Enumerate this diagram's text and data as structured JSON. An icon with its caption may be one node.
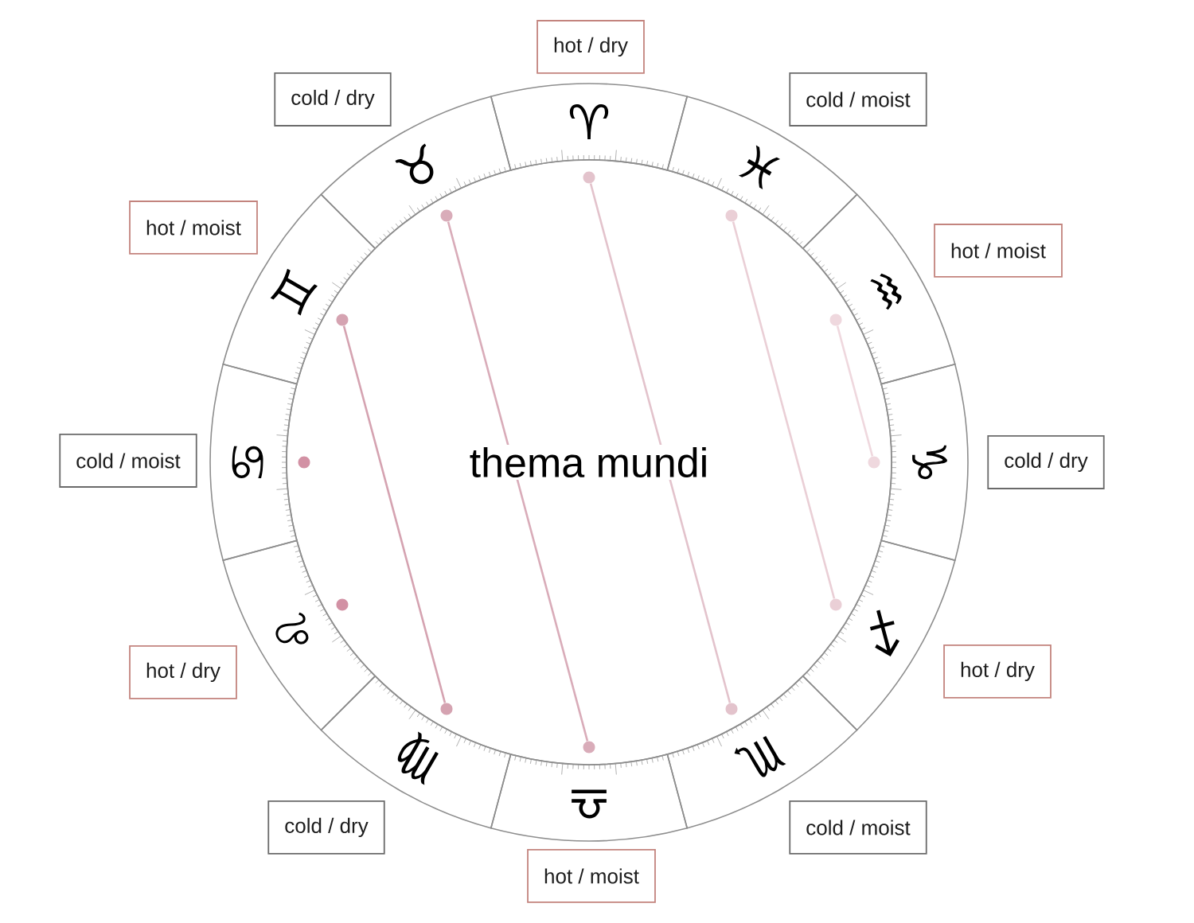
{
  "diagram": {
    "nodes": [
      {
        "text": [
          "♈"
        ]
      },
      {
        "text": [
          "♉"
        ]
      },
      {
        "text": [
          "♓"
        ]
      },
      {
        "text": [
          "♊"
        ]
      },
      {
        "text": [
          "♒"
        ]
      },
      {
        "text": [
          "♋"
        ]
      },
      {
        "text": [
          "♑"
        ]
      },
      {
        "text": [
          "♌"
        ]
      },
      {
        "text": [
          "♐"
        ]
      },
      {
        "text": [
          "♍"
        ]
      },
      {
        "text": [
          "♏"
        ]
      },
      {
        "text": [
          "♎"
        ]
      },
      {
        "text": [
          "hot / dry"
        ]
      },
      {
        "text": [
          "cold / dry"
        ]
      },
      {
        "text": [
          "cold / moist"
        ]
      },
      {
        "text": [
          "hot / moist"
        ]
      },
      {
        "text": [
          "hot / moist"
        ]
      },
      {
        "text": [
          "cold / moist"
        ]
      },
      {
        "text": [
          "cold / dry"
        ]
      },
      {
        "text": [
          "hot / dry"
        ]
      },
      {
        "text": [
          "hot / dry"
        ]
      },
      {
        "text": [
          "cold / dry"
        ]
      },
      {
        "text": [
          "cold / moist"
        ]
      },
      {
        "text": [
          "hot / moist"
        ]
      },
      {
        "text": [
          "thema mundi"
        ]
      },
      {
        "text": [],
        "shape": "circle",
        "in": 24
      },
      {
        "text": [],
        "shape": "circle",
        "in": 24
      },
      {
        "text": [],
        "shape": "circle",
        "in": 24
      },
      {
        "text": [],
        "shape": "circle",
        "in": 24
      },
      {
        "text": [],
        "shape": "circle",
        "in": 24
      },
      {
        "text": [],
        "shape": "circle",
        "in": 24
      },
      {
        "text": [],
        "shape": "circle",
        "in": 24
      },
      {
        "text": [],
        "shape": "circle",
        "in": 24
      },
      {
        "text": [],
        "shape": "circle",
        "in": 24
      },
      {
        "text": [],
        "shape": "circle",
        "in": 24
      },
      {
        "text": [],
        "shape": "circle",
        "in": 24
      },
      {
        "text": [],
        "shape": "circle",
        "in": 24
      }
    ],
    "edges": [
      {
        "from": 28,
        "to": 34,
        "arrow": "none",
        "color": "#d5a3b1"
      },
      {
        "from": 26,
        "to": 36,
        "arrow": "none",
        "color": "#d9acb9"
      },
      {
        "from": 25,
        "to": 35,
        "arrow": "none",
        "color": "#e3c3cc"
      },
      {
        "from": 27,
        "to": 33,
        "arrow": "none",
        "color": "#eacfd6"
      },
      {
        "from": 29,
        "to": 31,
        "arrow": "none",
        "color": "#efd8de"
      }
    ]
  }
}
